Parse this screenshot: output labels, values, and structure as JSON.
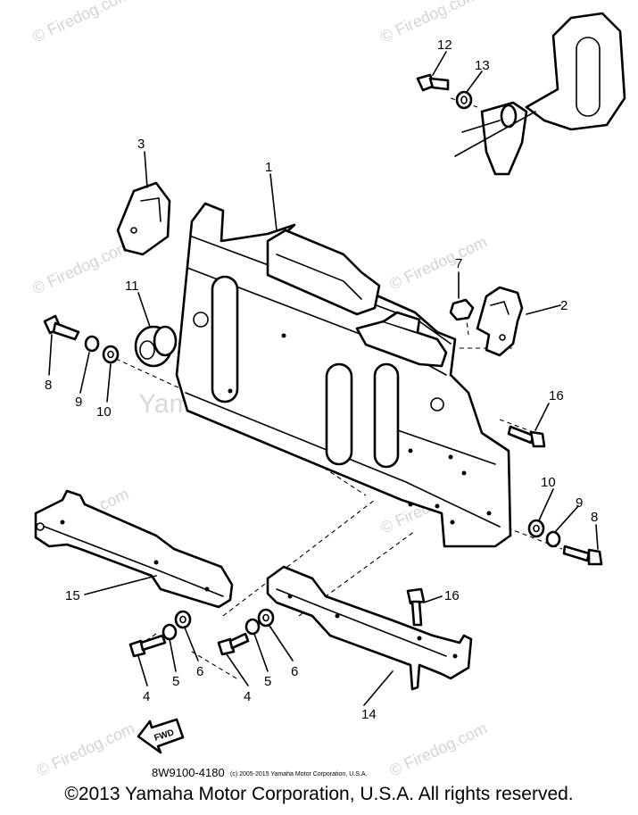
{
  "watermark": {
    "site": "© Firedog.com",
    "site_alt": "Firedog.com",
    "company": "Yamaha Motor Corp., U.S.A."
  },
  "callouts": {
    "c1": "1",
    "c2": "2",
    "c3": "3",
    "c4a": "4",
    "c4b": "4",
    "c5a": "5",
    "c5b": "5",
    "c6a": "6",
    "c6b": "6",
    "c7": "7",
    "c8a": "8",
    "c8b": "8",
    "c9a": "9",
    "c9b": "9",
    "c10a": "10",
    "c10b": "10",
    "c11": "11",
    "c12": "12",
    "c13": "13",
    "c14": "14",
    "c15": "15",
    "c16a": "16",
    "c16b": "16"
  },
  "fwd_label": "FWD",
  "part_code": "8W9100-4180",
  "small_copyright": "(c) 2005-2015 Yamaha Motor Corporation, U.S.A.",
  "copyright": "©2013 Yamaha Motor Corporation, U.S.A. All rights reserved."
}
